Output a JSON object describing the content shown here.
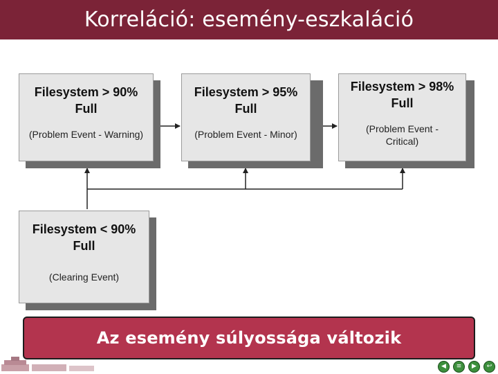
{
  "slide": {
    "title": "Korreláció: esemény-eszkaláció",
    "banner": "Az esemény súlyossága változik"
  },
  "diagram": {
    "boxes": [
      {
        "id": "b90",
        "title": "Filesystem > 90%\nFull",
        "subtitle": "(Problem Event - Warning)"
      },
      {
        "id": "b95",
        "title": "Filesystem > 95%\nFull",
        "subtitle": "(Problem Event - Minor)"
      },
      {
        "id": "b98",
        "title": "Filesystem > 98%\nFull",
        "subtitle": "(Problem Event -\nCritical)"
      },
      {
        "id": "clear",
        "title": "Filesystem < 90%\nFull",
        "subtitle": "(Clearing Event)"
      }
    ]
  },
  "colors": {
    "title_bar": "#7b2337",
    "banner": "#b3344e",
    "box_fill": "#e6e6e6",
    "box_shadow": "#6b6b6b"
  },
  "icons": [
    "university-logo",
    "nav-prev-icon",
    "nav-toc-icon",
    "nav-next-icon",
    "nav-return-icon"
  ]
}
